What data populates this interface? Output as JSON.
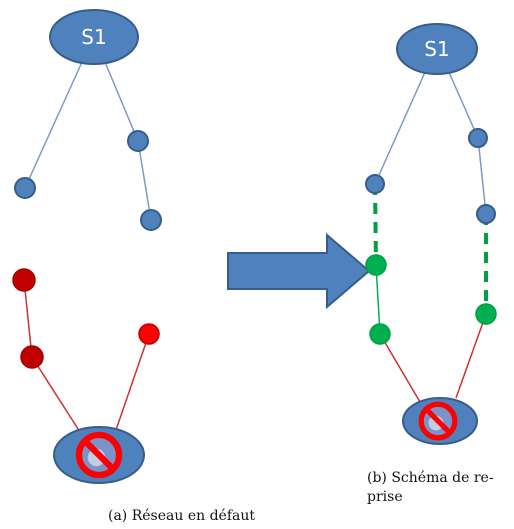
{
  "panel_a": {
    "root_label": "S1",
    "caption": "(a) Réseau en défaut"
  },
  "panel_b": {
    "root_label": "S1",
    "caption_line1": "(b) Schéma de re-",
    "caption_line2": "prise"
  },
  "colors": {
    "node_blue": "#4f81bd",
    "node_blue_stroke": "#385d8a",
    "link_blue": "#7a9cc6",
    "node_red_dark": "#c00000",
    "node_red": "#ff0000",
    "link_red": "#d03030",
    "node_green": "#00b050",
    "link_green_dashed": "#00a040",
    "arrow": "#4f81bd",
    "forbidden": "#ff0000"
  },
  "icons": {
    "faulty_source": "forbidden-sign-icon",
    "transition": "right-arrow-icon"
  }
}
